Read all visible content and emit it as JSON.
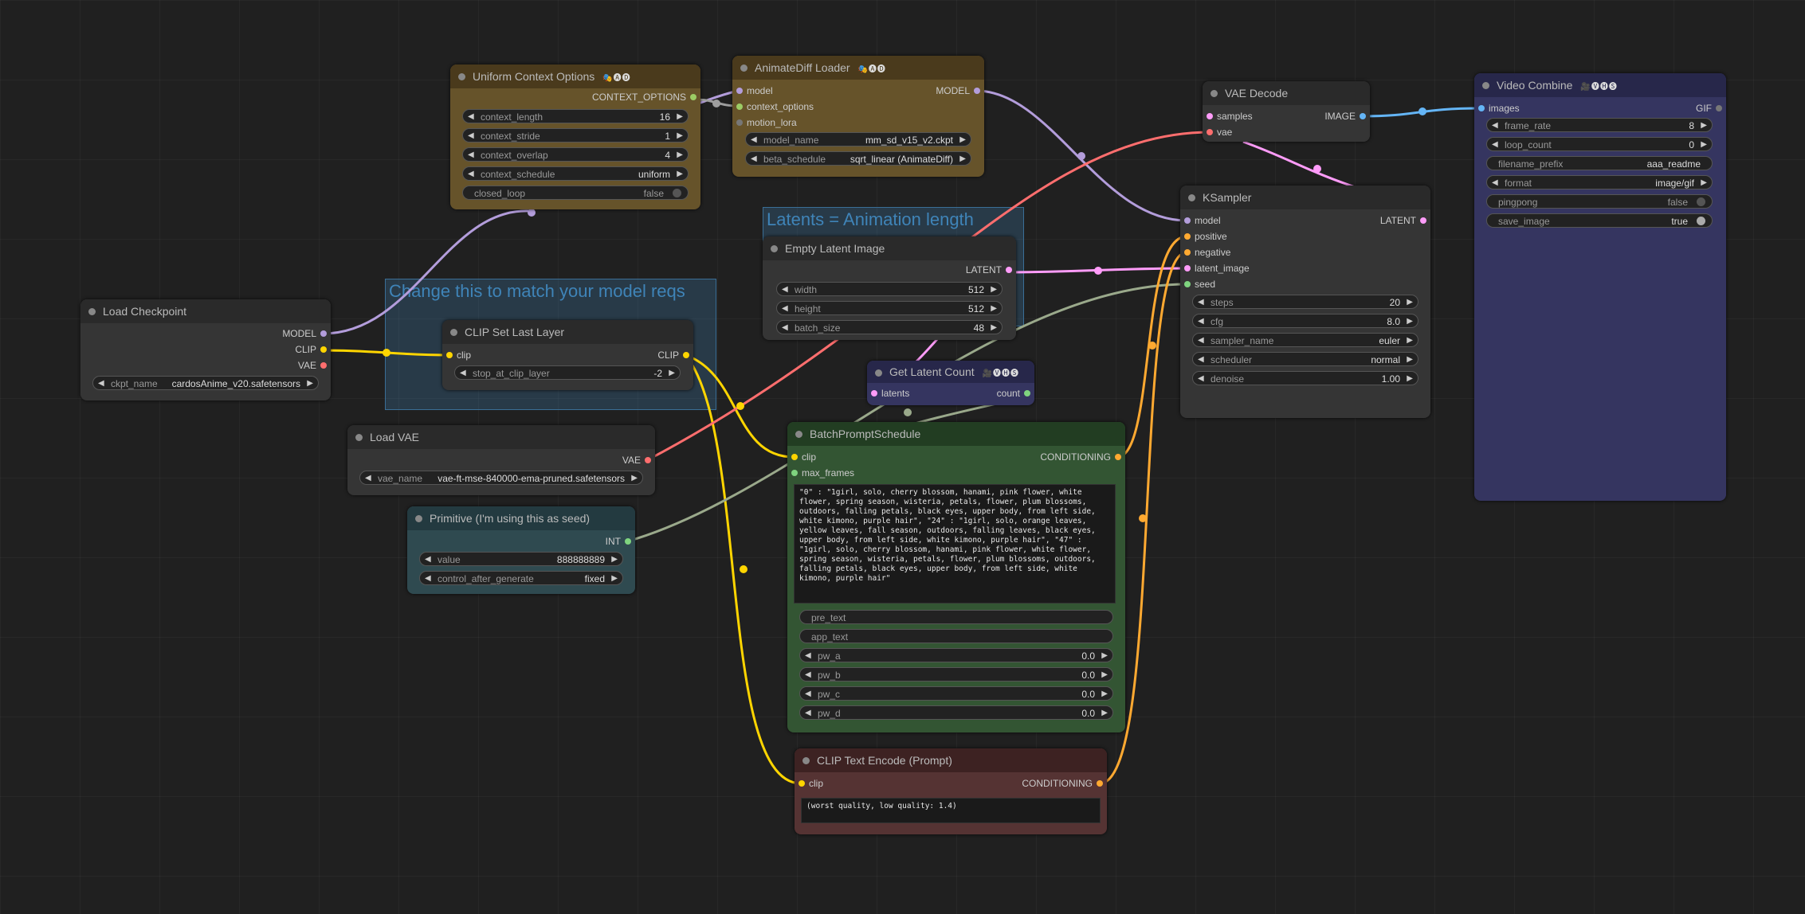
{
  "colors": {
    "canvas_bg": "#202020",
    "wire_model": "#b39ddb",
    "wire_clip": "#ffd500",
    "wire_vae": "#ff6e6e",
    "wire_latent": "#ff9cf9",
    "wire_conditioning": "#ffa931",
    "wire_int": "#9aa98b",
    "wire_image": "#64b5f6",
    "wire_context": "#9e9e9e"
  },
  "groups": {
    "clip_group_title": "Change this to match your model reqs",
    "latent_group_title": "Latents = Animation length"
  },
  "nodes": {
    "uniform_context": {
      "title": "Uniform Context Options",
      "badge": "🎭🅐🅓",
      "output": "CONTEXT_OPTIONS",
      "widgets": [
        {
          "label": "context_length",
          "value": "16"
        },
        {
          "label": "context_stride",
          "value": "1"
        },
        {
          "label": "context_overlap",
          "value": "4"
        },
        {
          "label": "context_schedule",
          "value": "uniform"
        }
      ],
      "closed_loop": {
        "label": "closed_loop",
        "value": "false"
      }
    },
    "animatediff_loader": {
      "title": "AnimateDiff Loader",
      "badge": "🎭🅐🅓",
      "inputs": [
        "model",
        "context_options",
        "motion_lora"
      ],
      "output": "MODEL",
      "widgets": [
        {
          "label": "model_name",
          "value": "mm_sd_v15_v2.ckpt"
        },
        {
          "label": "beta_schedule",
          "value": "sqrt_linear (AnimateDiff)"
        }
      ]
    },
    "vae_decode": {
      "title": "VAE Decode",
      "inputs": [
        "samples",
        "vae"
      ],
      "output": "IMAGE"
    },
    "video_combine": {
      "title": "Video Combine",
      "badge": "🎥🅥🅗🅢",
      "input": "images",
      "output": "GIF",
      "widgets": [
        {
          "label": "frame_rate",
          "value": "8"
        },
        {
          "label": "loop_count",
          "value": "0"
        }
      ],
      "filename_prefix": {
        "label": "filename_prefix",
        "value": "aaa_readme"
      },
      "format": {
        "label": "format",
        "value": "image/gif"
      },
      "pingpong": {
        "label": "pingpong",
        "value": "false"
      },
      "save_image": {
        "label": "save_image",
        "value": "true"
      }
    },
    "ksampler": {
      "title": "KSampler",
      "inputs": [
        "model",
        "positive",
        "negative",
        "latent_image",
        "seed"
      ],
      "output": "LATENT",
      "widgets": [
        {
          "label": "steps",
          "value": "20"
        },
        {
          "label": "cfg",
          "value": "8.0"
        },
        {
          "label": "sampler_name",
          "value": "euler"
        },
        {
          "label": "scheduler",
          "value": "normal"
        },
        {
          "label": "denoise",
          "value": "1.00"
        }
      ]
    },
    "empty_latent": {
      "title": "Empty Latent Image",
      "output": "LATENT",
      "widgets": [
        {
          "label": "width",
          "value": "512"
        },
        {
          "label": "height",
          "value": "512"
        },
        {
          "label": "batch_size",
          "value": "48"
        }
      ]
    },
    "load_checkpoint": {
      "title": "Load Checkpoint",
      "outputs": [
        "MODEL",
        "CLIP",
        "VAE"
      ],
      "widget": {
        "label": "ckpt_name",
        "value": "cardosAnime_v20.safetensors"
      }
    },
    "clip_set_last_layer": {
      "title": "CLIP Set Last Layer",
      "input": "clip",
      "output": "CLIP",
      "widget": {
        "label": "stop_at_clip_layer",
        "value": "-2"
      }
    },
    "get_latent_count": {
      "title": "Get Latent Count",
      "badge": "🎥🅥🅗🅢",
      "input": "latents",
      "output": "count"
    },
    "load_vae": {
      "title": "Load VAE",
      "output": "VAE",
      "widget": {
        "label": "vae_name",
        "value": "vae-ft-mse-840000-ema-pruned.safetensors"
      }
    },
    "primitive": {
      "title": "Primitive (I'm using this as seed)",
      "output": "INT",
      "widgets": [
        {
          "label": "value",
          "value": "888888889"
        },
        {
          "label": "control_after_generate",
          "value": "fixed"
        }
      ]
    },
    "batch_prompt": {
      "title": "BatchPromptSchedule",
      "inputs": [
        "clip",
        "max_frames"
      ],
      "output": "CONDITIONING",
      "text": "\"0\" : \"1girl, solo, cherry blossom, hanami, pink flower, white flower, spring season, wisteria, petals, flower, plum blossoms, outdoors, falling petals, black eyes, upper body, from left side, white kimono, purple hair\", \"24\" : \"1girl, solo, orange leaves, yellow leaves, fall season, outdoors, falling leaves, black eyes, upper body, from left side, white kimono, purple hair\", \"47\" : \"1girl, solo, cherry blossom, hanami, pink flower, white flower, spring season, wisteria, petals, flower, plum blossoms, outdoors, falling petals, black eyes, upper body, from left side, white kimono, purple hair\"",
      "pre_text": "pre_text",
      "app_text": "app_text",
      "widgets": [
        {
          "label": "pw_a",
          "value": "0.0"
        },
        {
          "label": "pw_b",
          "value": "0.0"
        },
        {
          "label": "pw_c",
          "value": "0.0"
        },
        {
          "label": "pw_d",
          "value": "0.0"
        }
      ]
    },
    "clip_text_encode": {
      "title": "CLIP Text Encode (Prompt)",
      "input": "clip",
      "output": "CONDITIONING",
      "text": "(worst quality, low quality: 1.4)"
    }
  }
}
